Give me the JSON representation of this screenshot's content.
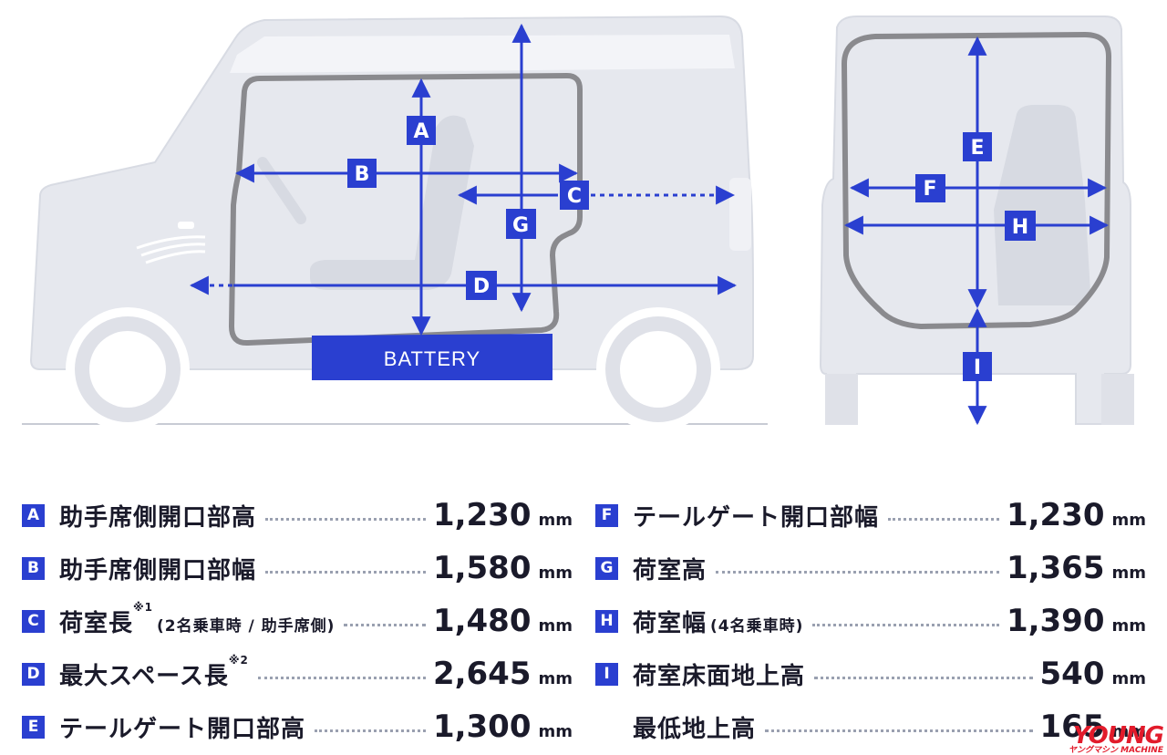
{
  "diagram": {
    "markers": {
      "A": "A",
      "B": "B",
      "C": "C",
      "D": "D",
      "E": "E",
      "F": "F",
      "G": "G",
      "H": "H",
      "I": "I"
    },
    "battery_label": "BATTERY",
    "colors": {
      "accent": "#2a3fd0",
      "vehicle": "#e6e8ee",
      "outline": "#8a8a8e",
      "leader": "#9aa0b0"
    }
  },
  "specs_left": [
    {
      "letter": "A",
      "label": "助手席側開口部高",
      "sup": "",
      "note": "",
      "value": "1,230",
      "unit": "mm"
    },
    {
      "letter": "B",
      "label": "助手席側開口部幅",
      "sup": "",
      "note": "",
      "value": "1,580",
      "unit": "mm"
    },
    {
      "letter": "C",
      "label": "荷室長",
      "sup": "※1",
      "note": "(2名乗車時 / 助手席側)",
      "value": "1,480",
      "unit": "mm"
    },
    {
      "letter": "D",
      "label": "最大スペース長",
      "sup": "※2",
      "note": "",
      "value": "2,645",
      "unit": "mm"
    },
    {
      "letter": "E",
      "label": "テールゲート開口部高",
      "sup": "",
      "note": "",
      "value": "1,300",
      "unit": "mm"
    }
  ],
  "specs_right": [
    {
      "letter": "F",
      "label": "テールゲート開口部幅",
      "sup": "",
      "note": "",
      "value": "1,230",
      "unit": "mm"
    },
    {
      "letter": "G",
      "label": "荷室高",
      "sup": "",
      "note": "",
      "value": "1,365",
      "unit": "mm"
    },
    {
      "letter": "H",
      "label": "荷室幅",
      "sup": "",
      "note": "(4名乗車時)",
      "value": "1,390",
      "unit": "mm"
    },
    {
      "letter": "I",
      "label": "荷室床面地上高",
      "sup": "",
      "note": "",
      "value": "540",
      "unit": "mm"
    },
    {
      "letter": "",
      "label": "最低地上高",
      "sup": "",
      "note": "",
      "value": "165",
      "unit": "mm"
    }
  ],
  "watermark": {
    "main": "YOUNG",
    "sub": "ヤングマシン MACHINE"
  }
}
